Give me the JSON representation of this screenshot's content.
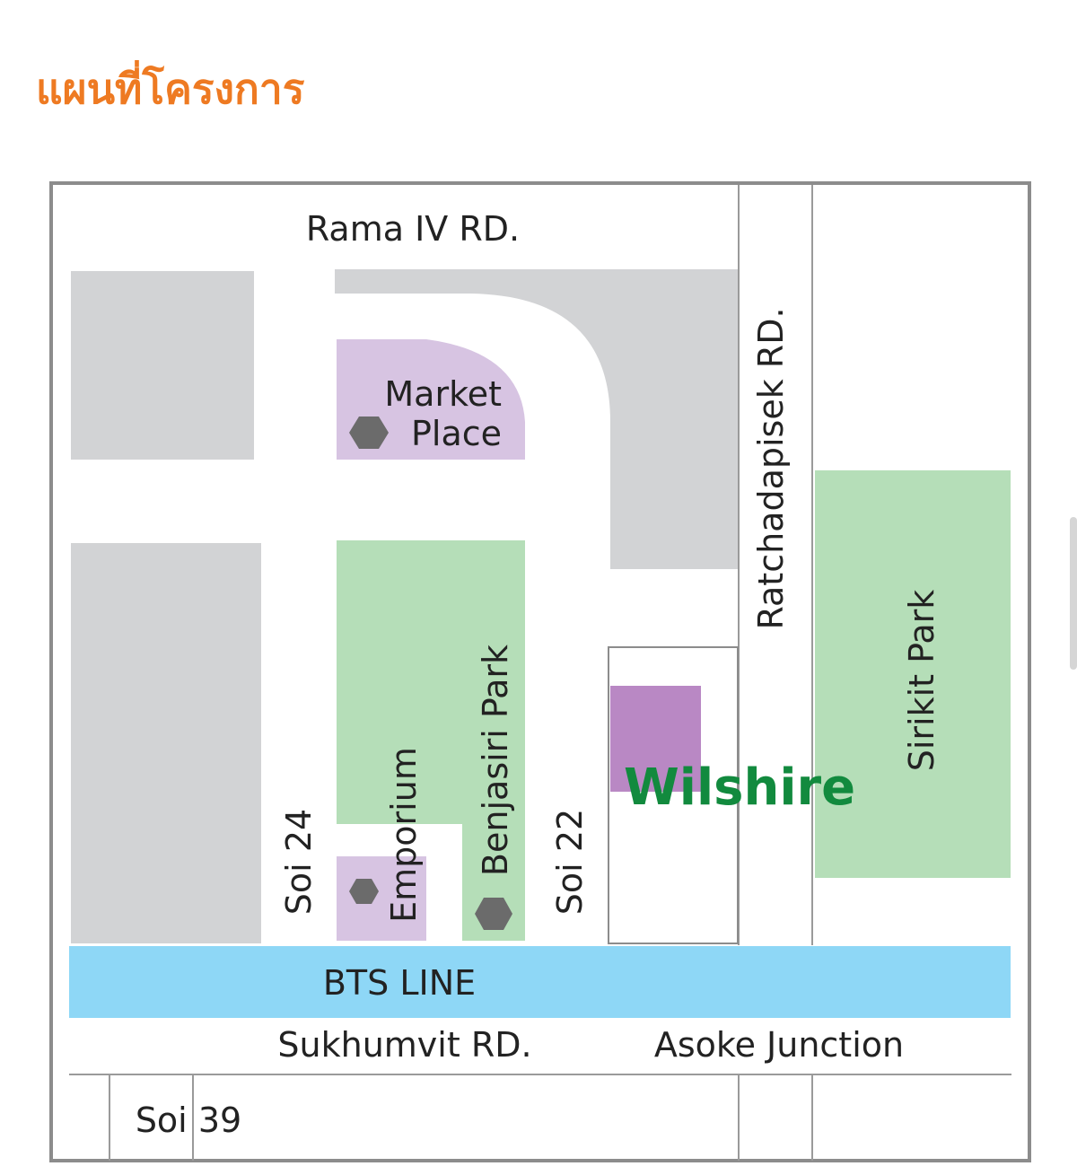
{
  "page": {
    "title": "แผนที่โครงการ"
  },
  "map": {
    "roads": {
      "rama_iv": "Rama IV RD.",
      "ratchadapisek": "Ratchadapisek RD.",
      "soi_24": "Soi 24",
      "soi_22": "Soi 22",
      "sukhumvit": "Sukhumvit RD.",
      "asoke_junction": "Asoke Junction",
      "soi_39": "Soi 39",
      "bts_line": "BTS LINE"
    },
    "places": {
      "market_place_line1": "Market",
      "market_place_line2": "Place",
      "emporium": "Emporium",
      "benjasiri_park": "Benjasiri Park",
      "sirikit_park": "Sirikit Park",
      "wilshire": "Wilshire"
    },
    "colors": {
      "block_gray": "#d2d3d5",
      "park_green": "#b5deb8",
      "mall_lilac": "#d7c4e2",
      "project_purple": "#b988c4",
      "bts_blue": "#8ed7f6",
      "station_gray": "#6b6b6b",
      "wilshire_green": "#128a3e",
      "title_orange": "#ee7a22"
    },
    "icons": [
      "station-hexagon-icon"
    ]
  }
}
